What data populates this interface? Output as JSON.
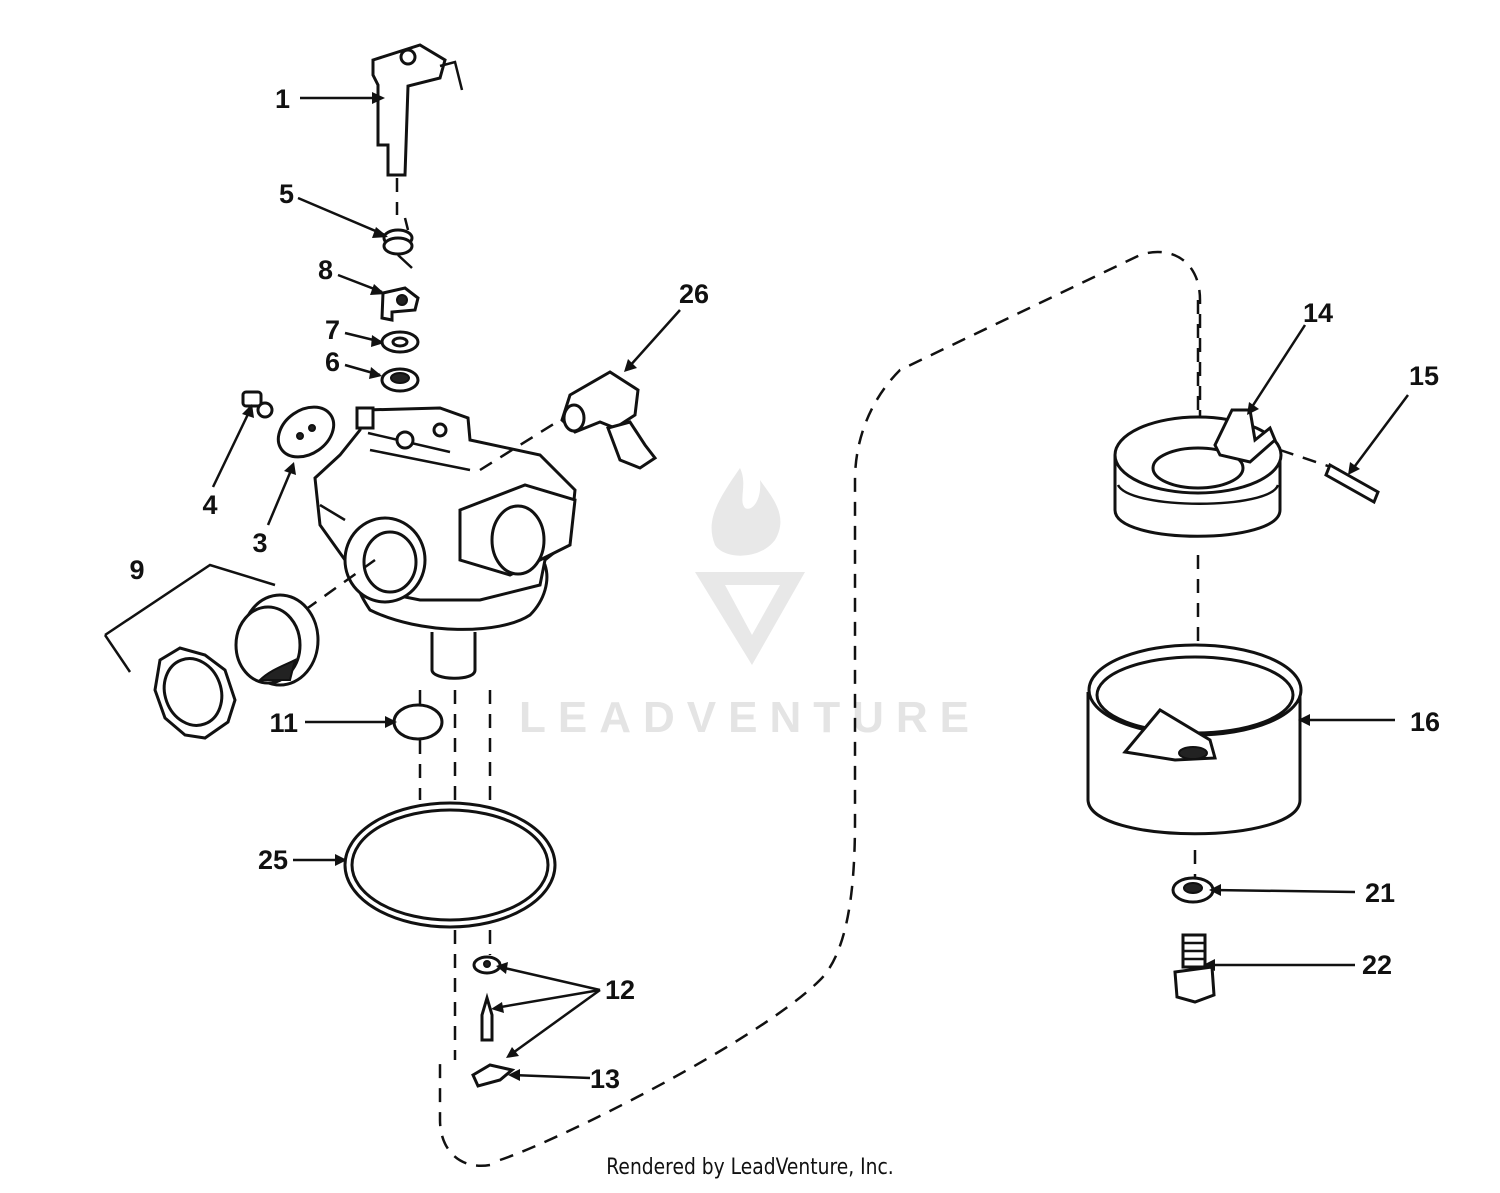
{
  "callouts": {
    "c1": "1",
    "c3": "3",
    "c4": "4",
    "c5": "5",
    "c6": "6",
    "c7": "7",
    "c8": "8",
    "c9": "9",
    "c11": "11",
    "c12": "12",
    "c13": "13",
    "c14": "14",
    "c15": "15",
    "c16": "16",
    "c21": "21",
    "c22": "22",
    "c25": "25",
    "c26": "26"
  },
  "watermark": {
    "text": "LEADVENTURE",
    "color": "#e4e4e4"
  },
  "footer": {
    "text": "Rendered by LeadVenture, Inc."
  }
}
